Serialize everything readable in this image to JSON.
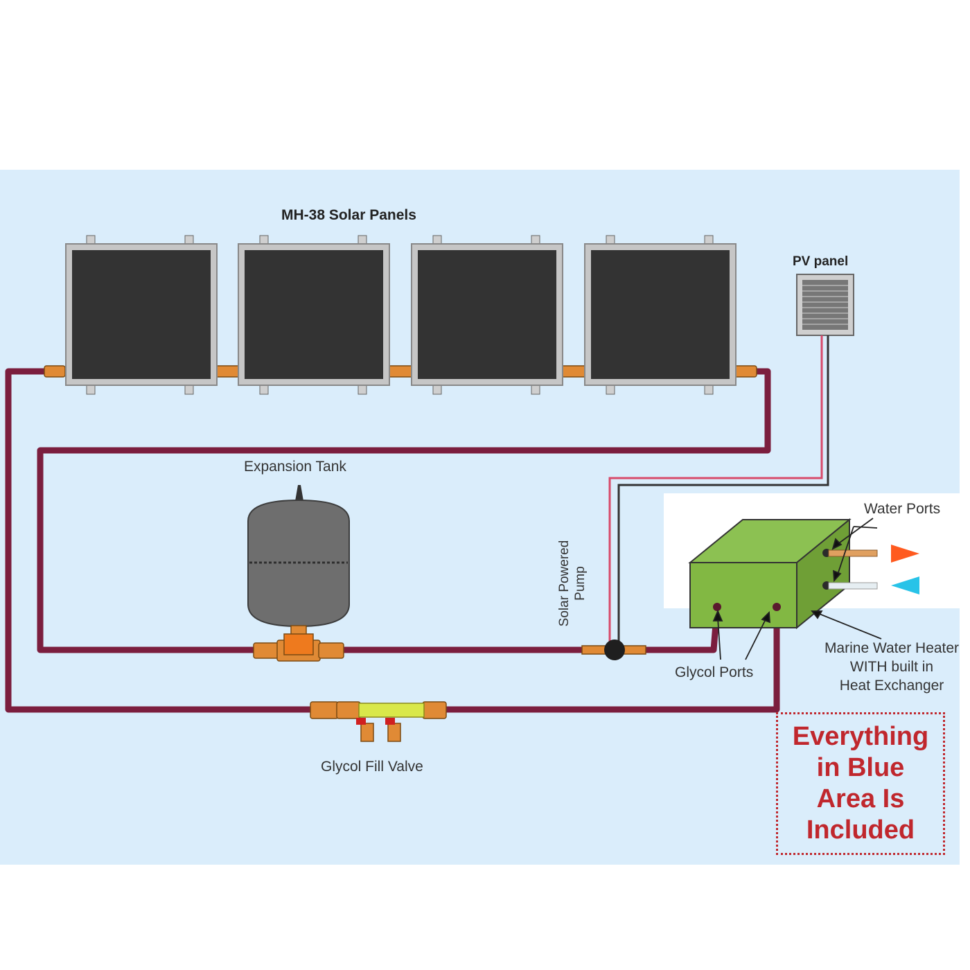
{
  "diagram": {
    "title": "MH-38 Solar Panels",
    "pv_panel_label": "PV panel",
    "expansion_tank_label": "Expansion Tank",
    "pump_label_line1": "Solar Powered",
    "pump_label_line2": "Pump",
    "water_ports_label": "Water Ports",
    "glycol_ports_label": "Glycol Ports",
    "heater_label_line1": "Marine Water Heater",
    "heater_label_line2": "WITH built in",
    "heater_label_line3": "Heat Exchanger",
    "fill_valve_label": "Glycol Fill Valve",
    "notice_text": "Everything\nin Blue\nArea Is\nIncluded"
  },
  "colors": {
    "included_area": "#daedfb",
    "pipe": "#7b1e3e",
    "collector_face": "#333333",
    "collector_frame": "#c6c6c6",
    "tank": "#6e6e6e",
    "fitting_brass": "#e08a35",
    "fill_valve_body": "#d9e84a",
    "heater_green": "#8cc152",
    "hot_arrow": "#ff5a1f",
    "cold_arrow": "#28c3e8",
    "notice_red": "#c0272d"
  },
  "icons": [
    "solar-collector-icon",
    "pv-panel-icon",
    "expansion-tank-icon",
    "pump-icon",
    "water-heater-icon",
    "fill-valve-icon",
    "hot-water-arrow-icon",
    "cold-water-arrow-icon"
  ]
}
